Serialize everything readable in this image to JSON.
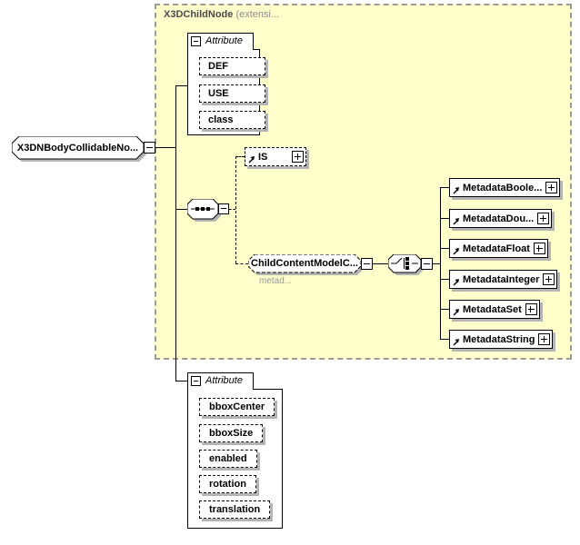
{
  "group_box": {
    "title": "X3DChildNode",
    "title_suffix": " (extensi..."
  },
  "root_element": {
    "label": "X3DNBodyCollidableNo..."
  },
  "top_attributes": {
    "header": "Attribute",
    "items": [
      {
        "label": "DEF"
      },
      {
        "label": "USE"
      },
      {
        "label": "class"
      }
    ]
  },
  "is_element": {
    "label": "IS"
  },
  "child_content": {
    "label": "ChildContentModelC...",
    "annotation": "metad..."
  },
  "metadata": {
    "items": [
      {
        "label": "MetadataBoole..."
      },
      {
        "label": "MetadataDou..."
      },
      {
        "label": "MetadataFloat"
      },
      {
        "label": "MetadataInteger"
      },
      {
        "label": "MetadataSet"
      },
      {
        "label": "MetadataString"
      }
    ]
  },
  "bottom_attributes": {
    "header": "Attribute",
    "items": [
      {
        "label": "bboxCenter"
      },
      {
        "label": "bboxSize"
      },
      {
        "label": "enabled"
      },
      {
        "label": "rotation"
      },
      {
        "label": "translation"
      }
    ]
  },
  "colors": {
    "group_fill": "#ffffcc",
    "group_border": "#9b9b9b",
    "shadow": "#b4b4b4",
    "line": "#000000",
    "annotation_text": "#9a9a9a"
  }
}
